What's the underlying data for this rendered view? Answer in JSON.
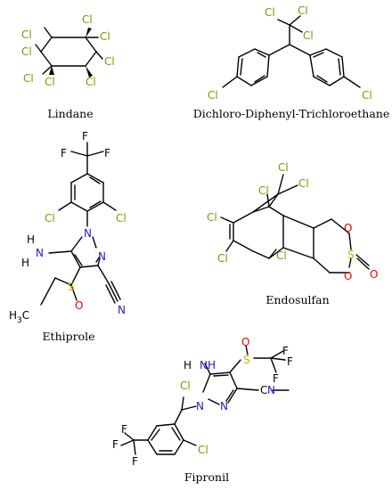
{
  "colors": {
    "bond": "#000000",
    "chlorine": "#7a9a00",
    "nitrogen": "#1c1cd0",
    "oxygen": "#e00000",
    "sulfur": "#c8b400",
    "fluorine": "#000000",
    "carbon": "#000000"
  },
  "labels": {
    "cl": "Cl",
    "f": "F",
    "n": "N",
    "o": "O",
    "s": "S",
    "h": "H",
    "nh": "NH",
    "h3c": "H3C"
  },
  "molecules": {
    "lindane": {
      "name": "Lindane"
    },
    "ddt": {
      "name": "Dichloro-Diphenyl-Trichloroethane"
    },
    "ethiprole": {
      "name": "Ethiprole"
    },
    "endosulfan": {
      "name": "Endosulfan"
    },
    "fipronil": {
      "name": "Fipronil"
    }
  }
}
